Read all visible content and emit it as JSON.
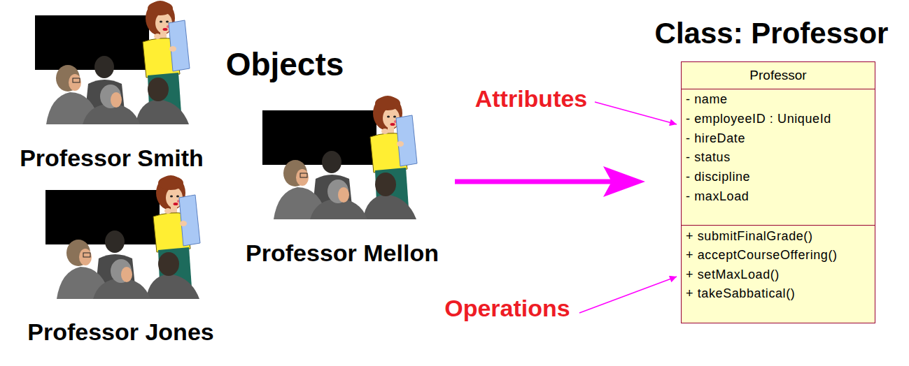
{
  "diagram": {
    "nodes": [
      {
        "text": [
          "Professor Smith"
        ]
      },
      {
        "text": [
          "Professor Jones"
        ]
      },
      {
        "text": [
          "Professor Mellon"
        ]
      },
      {
        "text": [
          "Class:  Professor",
          "Professor"
        ]
      },
      {
        "text": [
          "- name",
          "- employeeID : UniqueId",
          "- hireDate",
          "- status",
          "- discipline",
          "- maxLoad"
        ],
        "in": 3
      },
      {
        "text": [
          "+ submitFinalGrade()",
          "+ acceptCourseOffering()",
          "+ setMaxLoad()",
          "+ takeSabbatical()"
        ],
        "in": 3
      }
    ],
    "edges": [
      {
        "from": 2,
        "to": 3,
        "arrow": "to"
      }
    ],
    "labels": [
      "Objects",
      "Attributes",
      "Operations"
    ]
  }
}
